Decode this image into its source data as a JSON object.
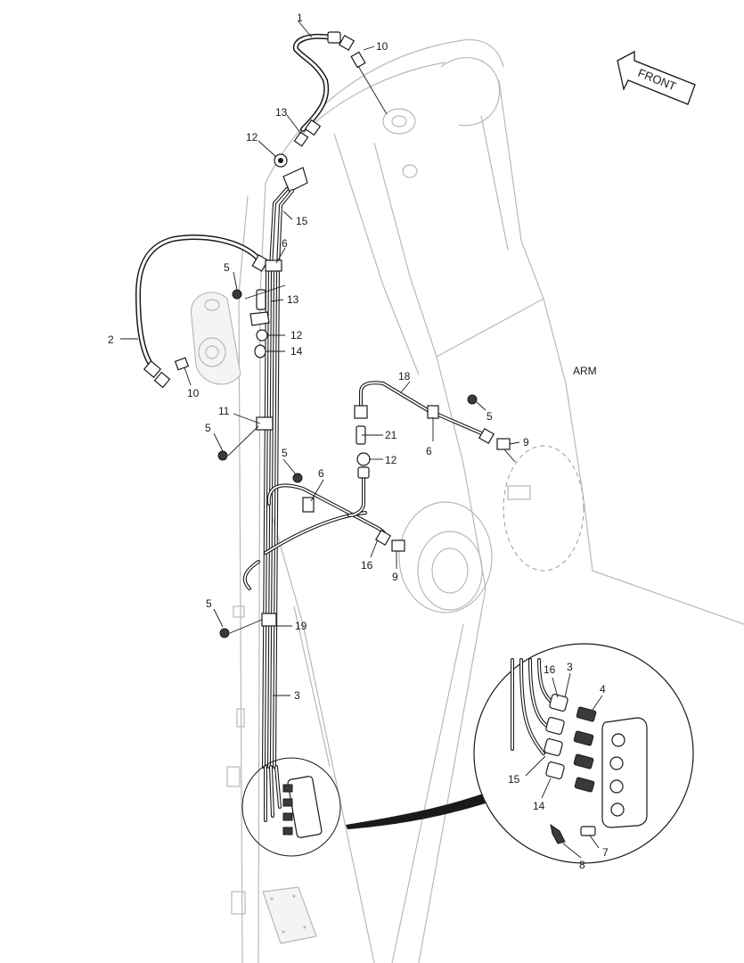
{
  "diagram": {
    "front_label": "FRONT",
    "arm_label": "ARM",
    "callouts": {
      "c1": "1",
      "c2": "2",
      "c3": "3",
      "c5a": "5",
      "c5b": "5",
      "c5c": "5",
      "c5d": "5",
      "c5e": "5",
      "c6a": "6",
      "c6b": "6",
      "c6c": "6",
      "c9a": "9",
      "c9b": "9",
      "c10a": "10",
      "c10b": "10",
      "c11": "11",
      "c12a": "12",
      "c12b": "12",
      "c12c": "12",
      "c13a": "13",
      "c13b": "13",
      "c14": "14",
      "c15": "15",
      "c16": "16",
      "c18": "18",
      "c19": "19",
      "c21": "21"
    },
    "detail_callouts": {
      "d16": "16",
      "d3": "3",
      "d4": "4",
      "d15": "15",
      "d14": "14",
      "d7": "7",
      "d8": "8"
    }
  }
}
